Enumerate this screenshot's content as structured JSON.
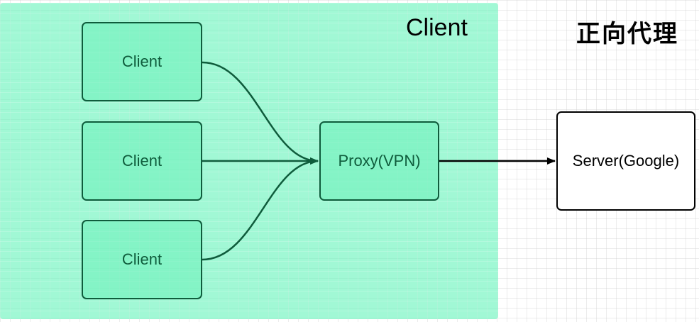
{
  "region": {
    "label": "Client"
  },
  "title": "正向代理",
  "nodes": {
    "clients": [
      {
        "label": "Client"
      },
      {
        "label": "Client"
      },
      {
        "label": "Client"
      }
    ],
    "proxy": {
      "label": "Proxy(VPN)"
    },
    "server": {
      "label": "Server(Google)"
    }
  },
  "colors": {
    "region_fill": "#6ef5be",
    "client_stroke": "#0f5c3c",
    "server_stroke": "#000000",
    "edge_client": "#0f5c3c",
    "edge_server": "#000000"
  }
}
